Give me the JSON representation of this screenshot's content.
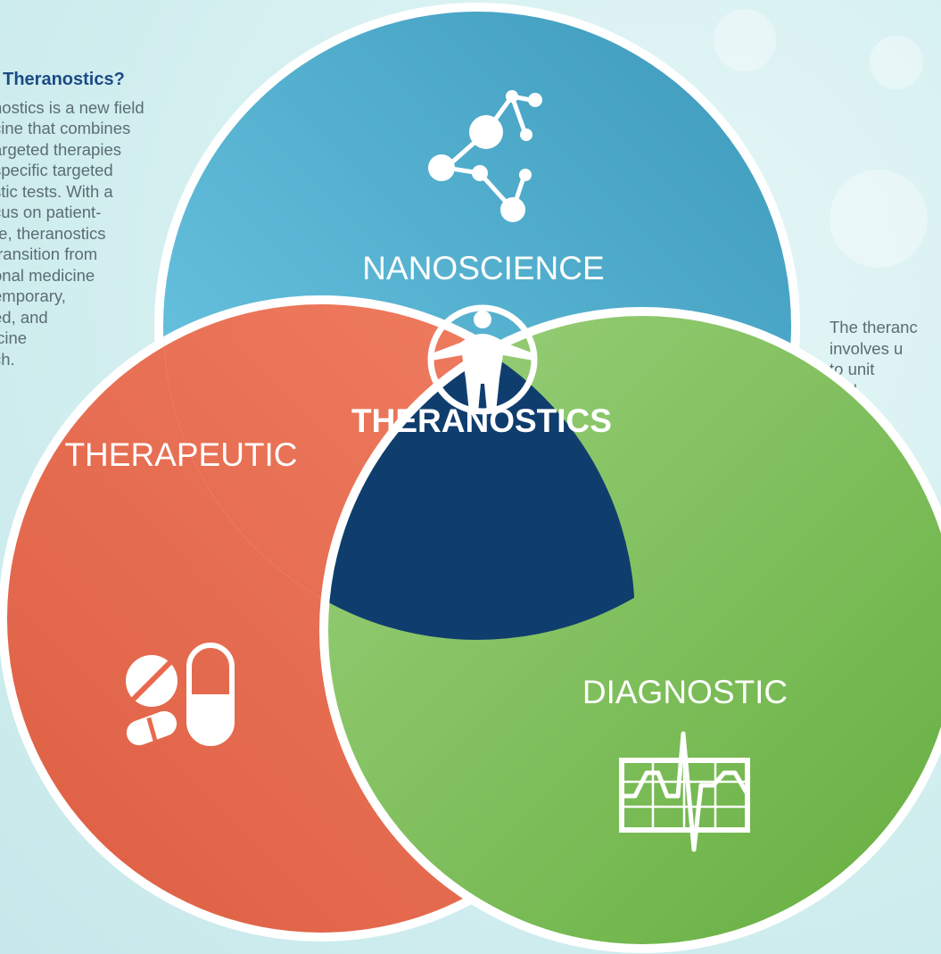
{
  "left_panel": {
    "heading": ". Theranostics?",
    "body": "nostics is a new field\ncine that combines\nargeted therapies\nspecific targeted\nstic tests. With a\ncus on patient-\nre, theranostics\ntransition from\nonal medicine\nemporary,\ned, and\nicine\nch."
  },
  "right_panel": {
    "body": "The theranc\ninvolves u\nto unit\nand\nap"
  },
  "circles": {
    "nanoscience": {
      "label": "NANOSCIENCE",
      "icon": "molecule-icon",
      "color": "#56b4d3"
    },
    "therapeutic": {
      "label": "THERAPEUTIC",
      "icon": "pills-capsule-icon",
      "color": "#ec6d52"
    },
    "diagnostic": {
      "label": "DIAGNOSTIC",
      "icon": "ecg-monitor-icon",
      "color": "#7dbf55"
    }
  },
  "center": {
    "label": "THERANOSTICS",
    "icon": "vitruvian-man-icon",
    "color": "#0f3d6e"
  }
}
